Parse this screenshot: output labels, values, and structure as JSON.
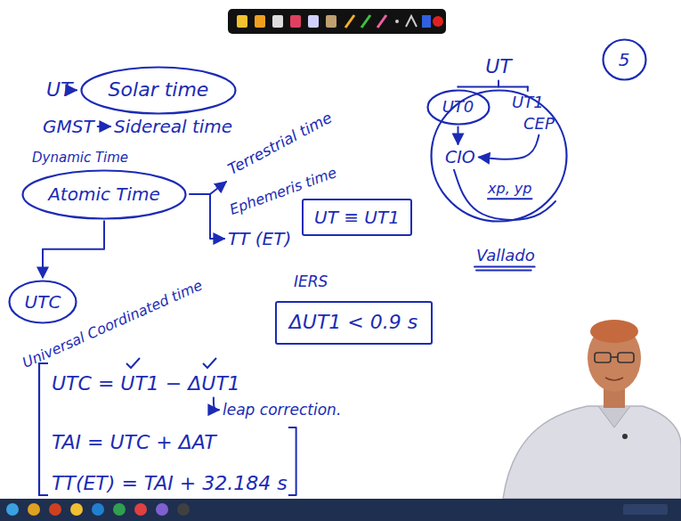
{
  "diagram": {
    "nodes": [
      {
        "text": [
          "5"
        ]
      },
      {
        "text": [
          "Solar time"
        ]
      },
      {
        "text": [
          "UT"
        ]
      },
      {
        "text": [
          "UT0"
        ],
        "in": 2
      },
      {
        "text": [
          "Atomic Time"
        ]
      },
      {
        "text": [
          "UT ≡ UT1"
        ]
      },
      {
        "text": [
          "ΔUT1 < 0.9 s"
        ]
      },
      {
        "text": [
          "UTC"
        ]
      }
    ],
    "edges": [
      {
        "from": 4,
        "to": 7,
        "arrow": "to"
      }
    ],
    "labels": [
      "UT",
      "GMST",
      "Sidereal time",
      "Dynamic Time",
      "Terrestrial time",
      "Ephemeris time",
      "TT (ET)",
      "Universal Coordinated time",
      "IERS",
      "UTC = UT1 − ΔUT1",
      "leap correction.",
      "TAI = UTC + ΔAT",
      "TT(ET) = TAI + 32.184 s",
      "UT1",
      "CEP",
      "CIO",
      "xp, yp",
      "Vallado"
    ]
  }
}
